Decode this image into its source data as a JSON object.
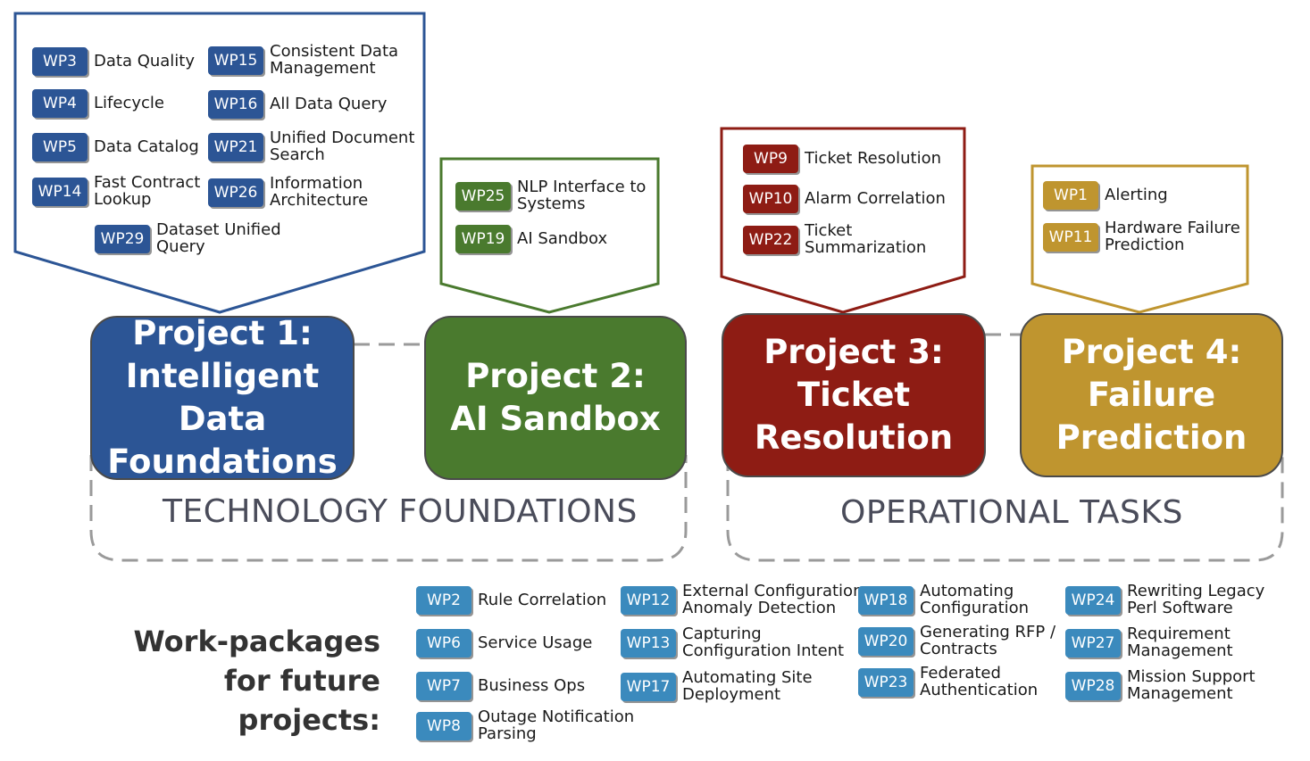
{
  "colors": {
    "project1": "#2c5595",
    "project2": "#4a7a2e",
    "project3": "#8e1c14",
    "project4": "#bf952f",
    "future": "#3b8abd",
    "group_border": "#9a9a9a"
  },
  "projects": [
    {
      "title": "Project 1:\nIntelligent Data\nFoundations"
    },
    {
      "title": "Project 2:\nAI Sandbox"
    },
    {
      "title": "Project 3:\nTicket\nResolution"
    },
    {
      "title": "Project 4:\nFailure\nPrediction"
    }
  ],
  "groups": {
    "technology": "TECHNOLOGY FOUNDATIONS",
    "operational": "OPERATIONAL TASKS"
  },
  "callout1": [
    {
      "code": "WP3",
      "label": "Data Quality"
    },
    {
      "code": "WP4",
      "label": "Lifecycle"
    },
    {
      "code": "WP5",
      "label": "Data Catalog"
    },
    {
      "code": "WP14",
      "label": "Fast Contract\nLookup"
    },
    {
      "code": "WP15",
      "label": "Consistent Data\nManagement"
    },
    {
      "code": "WP16",
      "label": "All Data Query"
    },
    {
      "code": "WP21",
      "label": "Unified Document\nSearch"
    },
    {
      "code": "WP26",
      "label": "Information\nArchitecture"
    },
    {
      "code": "WP29",
      "label": "Dataset Unified\nQuery"
    }
  ],
  "callout2": [
    {
      "code": "WP25",
      "label": "NLP Interface to\nSystems"
    },
    {
      "code": "WP19",
      "label": "AI Sandbox"
    }
  ],
  "callout3": [
    {
      "code": "WP9",
      "label": "Ticket Resolution"
    },
    {
      "code": "WP10",
      "label": "Alarm Correlation"
    },
    {
      "code": "WP22",
      "label": "Ticket\nSummarization"
    }
  ],
  "callout4": [
    {
      "code": "WP1",
      "label": "Alerting"
    },
    {
      "code": "WP11",
      "label": "Hardware Failure\nPrediction"
    }
  ],
  "future": {
    "title": "Work-packages\nfor future projects:",
    "items": [
      {
        "code": "WP2",
        "label": "Rule Correlation"
      },
      {
        "code": "WP6",
        "label": "Service Usage"
      },
      {
        "code": "WP7",
        "label": "Business Ops"
      },
      {
        "code": "WP8",
        "label": "Outage Notification\nParsing"
      },
      {
        "code": "WP12",
        "label": "External Configuration\nAnomaly Detection"
      },
      {
        "code": "WP13",
        "label": "Capturing\nConfiguration Intent"
      },
      {
        "code": "WP17",
        "label": "Automating Site\nDeployment"
      },
      {
        "code": "WP18",
        "label": "Automating\nConfiguration"
      },
      {
        "code": "WP20",
        "label": "Generating RFP /\nContracts"
      },
      {
        "code": "WP23",
        "label": "Federated\nAuthentication"
      },
      {
        "code": "WP24",
        "label": "Rewriting Legacy\nPerl Software"
      },
      {
        "code": "WP27",
        "label": "Requirement\nManagement"
      },
      {
        "code": "WP28",
        "label": "Mission Support\nManagement"
      }
    ]
  }
}
